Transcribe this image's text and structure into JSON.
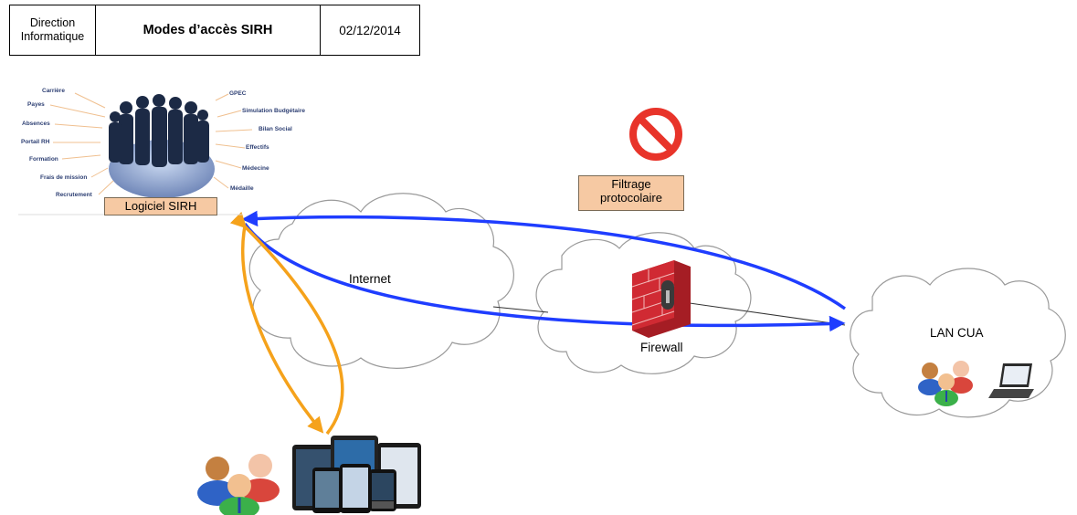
{
  "header": {
    "department": "Direction Informatique",
    "title": "Modes d’accès SIRH",
    "date": "02/12/2014"
  },
  "sirh": {
    "label": "Logiciel SIRH",
    "left_modules": [
      "Carrière",
      "Payes",
      "Absences",
      "Portail RH",
      "Formation",
      "Frais de mission",
      "Recrutement"
    ],
    "right_modules": [
      "GPEC",
      "Simulation Budgétaire",
      "Bilan Social",
      "Effectifs",
      "Médecine",
      "Médaille"
    ]
  },
  "network": {
    "internet_label": "Internet",
    "firewall_label": "Firewall",
    "lan_label": "LAN CUA",
    "filter_label": "Filtrage protocolaire"
  },
  "colors": {
    "blue_flow": "#1f3dff",
    "orange_flow": "#f5a21b",
    "forbidden": "#e8342a",
    "label_box": "#f6c9a3",
    "firewall": "#c9252d"
  }
}
